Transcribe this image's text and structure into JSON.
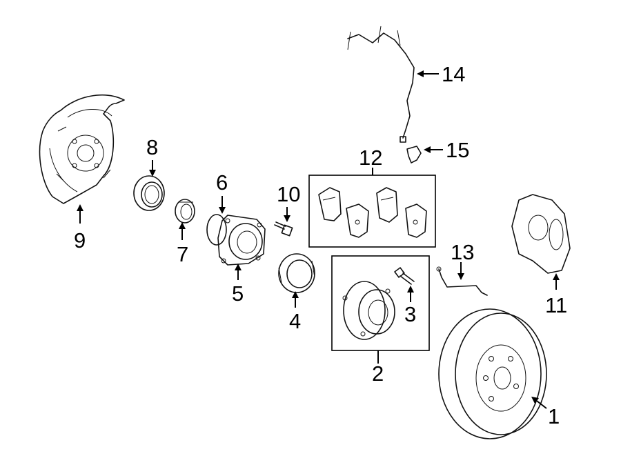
{
  "callouts": {
    "c1": "1",
    "c2": "2",
    "c3": "3",
    "c4": "4",
    "c5": "5",
    "c6": "6",
    "c7": "7",
    "c8": "8",
    "c9": "9",
    "c10": "10",
    "c11": "11",
    "c12": "12",
    "c13": "13",
    "c14": "14",
    "c15": "15"
  },
  "colors": {
    "line": "#111111",
    "background": "#ffffff"
  }
}
